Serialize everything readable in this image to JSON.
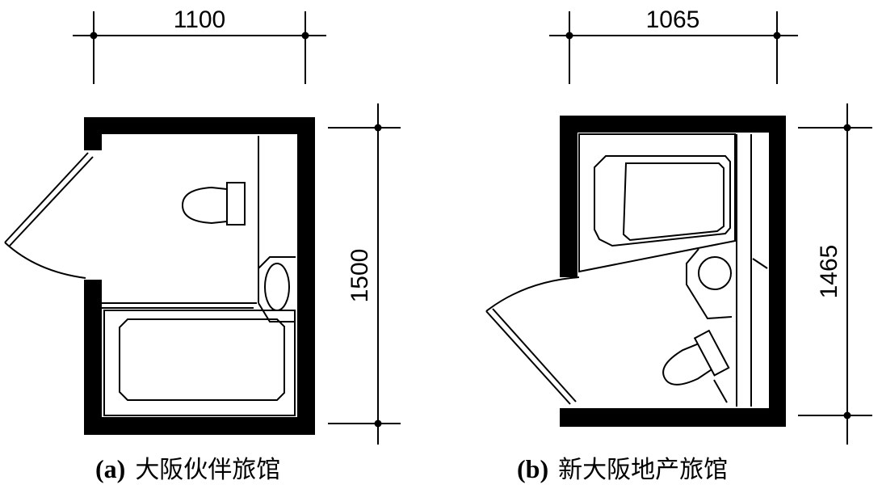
{
  "plans": [
    {
      "width_mm": "1100",
      "depth_mm": "1500",
      "caption_label": "(a)",
      "caption_name": "大阪伙伴旅馆"
    },
    {
      "width_mm": "1065",
      "depth_mm": "1465",
      "caption_label": "(b)",
      "caption_name": "新大阪地产旅馆"
    }
  ]
}
